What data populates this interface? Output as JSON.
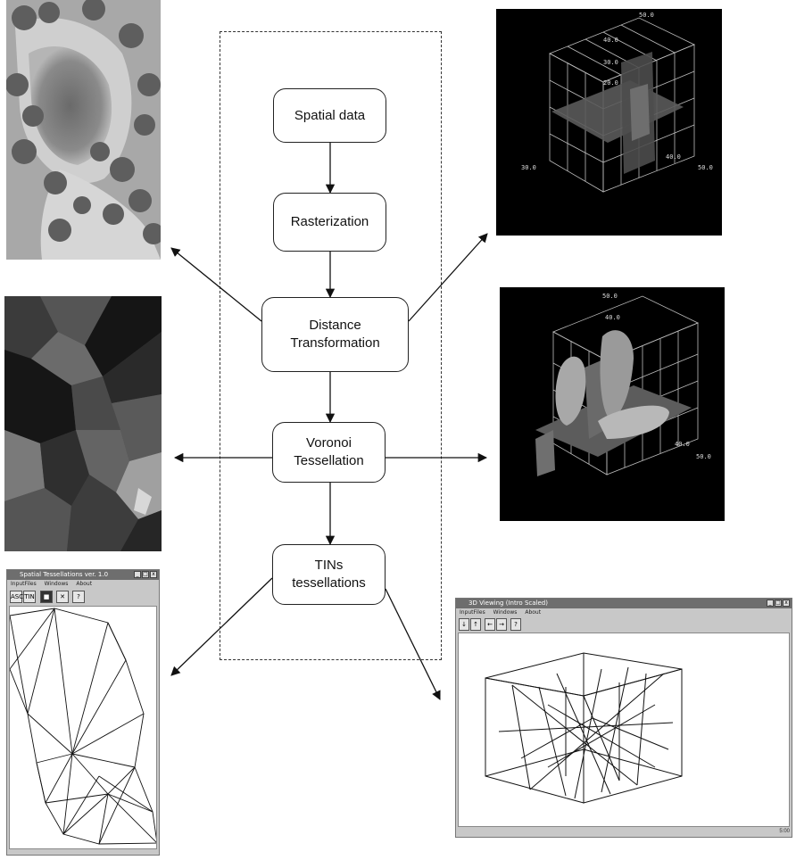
{
  "flow": {
    "spatial_data": "Spatial data",
    "rasterization": "Rasterization",
    "distance": "Distance\nTransformation",
    "voronoi": "Voronoi\nTessellation",
    "tins": "TINs\ntessellations"
  },
  "plot_top": {
    "ticks": [
      "50.0",
      "40.0",
      "30.0",
      "20.0",
      "40.0",
      "50.0",
      "30.0"
    ]
  },
  "plot_mid": {
    "ticks": [
      "50.0",
      "40.0",
      "40.0",
      "50.0"
    ]
  },
  "win_left": {
    "title": "Spatial Tessellations ver. 1.0",
    "menu": [
      "InputFiles",
      "Windows",
      "About"
    ],
    "buttons": [
      "ASC",
      "TIN",
      "■",
      "✕",
      "?"
    ]
  },
  "win_right": {
    "title": "3D Viewing (Intro Scaled)",
    "menu": [
      "InputFiles",
      "Windows",
      "About"
    ],
    "buttons": [
      "↓",
      "↑",
      "←",
      "→",
      "?"
    ],
    "status": [
      "",
      "5:00"
    ]
  },
  "colors": {
    "line": "#1a1a1a",
    "panel_dark": "#000000",
    "grid": "#bdbdbd"
  }
}
